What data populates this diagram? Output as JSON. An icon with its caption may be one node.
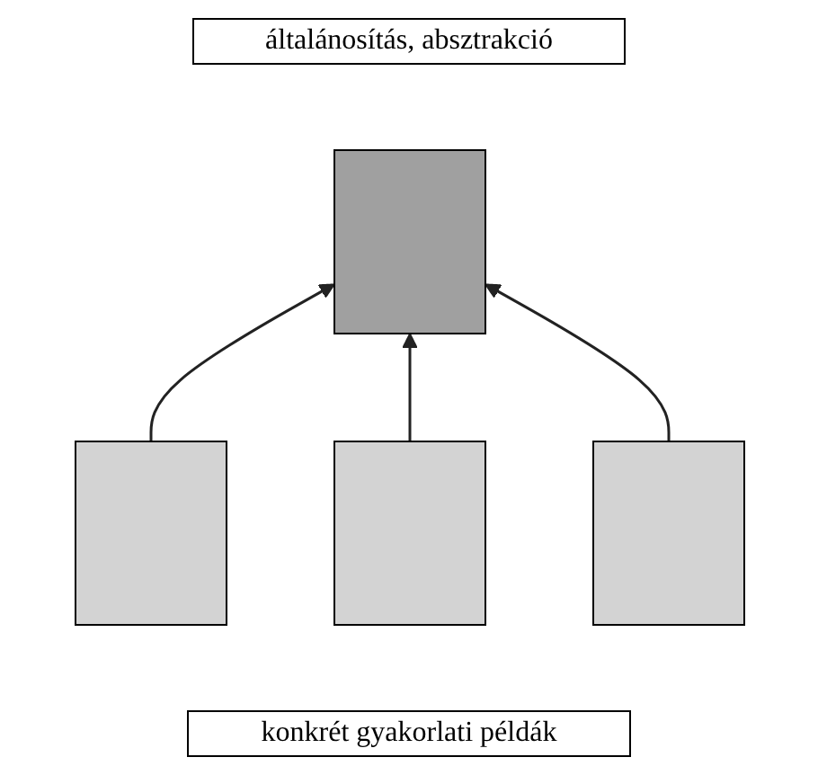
{
  "diagram": {
    "nodes": [
      {
        "text": [
          "általánosítás, absztrakció"
        ]
      },
      {
        "text": [],
        "shape": "box"
      },
      {
        "text": [],
        "shape": "box"
      },
      {
        "text": [],
        "shape": "box"
      },
      {
        "text": [],
        "shape": "box"
      },
      {
        "text": [
          "konkrét gyakorlati példák"
        ]
      }
    ],
    "edges": [
      {
        "from": 2,
        "to": 1,
        "arrow": "to"
      },
      {
        "from": 3,
        "to": 1,
        "arrow": "to"
      },
      {
        "from": 4,
        "to": 1,
        "arrow": "to"
      }
    ]
  }
}
